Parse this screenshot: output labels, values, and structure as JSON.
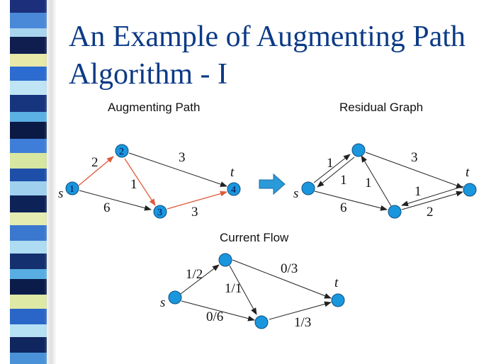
{
  "title": {
    "line1": "An Example of Augmenting Path",
    "line2": "Algorithm  -  I"
  },
  "headings": {
    "augmenting_path": "Augmenting Path",
    "residual_graph": "Residual Graph",
    "current_flow": "Current Flow"
  },
  "node_labels": {
    "source": "s",
    "sink": "t",
    "n1": "1",
    "n2": "2",
    "n3": "3",
    "n4": "4"
  },
  "augmenting_path": {
    "edge_1_2": "2",
    "edge_2_4": "3",
    "edge_2_3": "1",
    "edge_1_3": "6",
    "edge_3_4": "3"
  },
  "residual_graph": {
    "edge_s_2_forward": "1",
    "edge_2_s_back": "1",
    "edge_2_t": "3",
    "edge_3_2": "1",
    "edge_s_3": "6",
    "edge_t_3_back": "1",
    "edge_3_t_forward": "2"
  },
  "current_flow": {
    "edge_s_2": "1/2",
    "edge_2_t": "0/3",
    "edge_2_3": "1/1",
    "edge_s_3": "0/6",
    "edge_3_t": "1/3"
  },
  "colors": {
    "title": "#0c3a86",
    "node_fill": "#1a96dd",
    "path_edge": "#e05a3a",
    "edge": "#222222",
    "arrow_fill": "#2a9ad8"
  }
}
